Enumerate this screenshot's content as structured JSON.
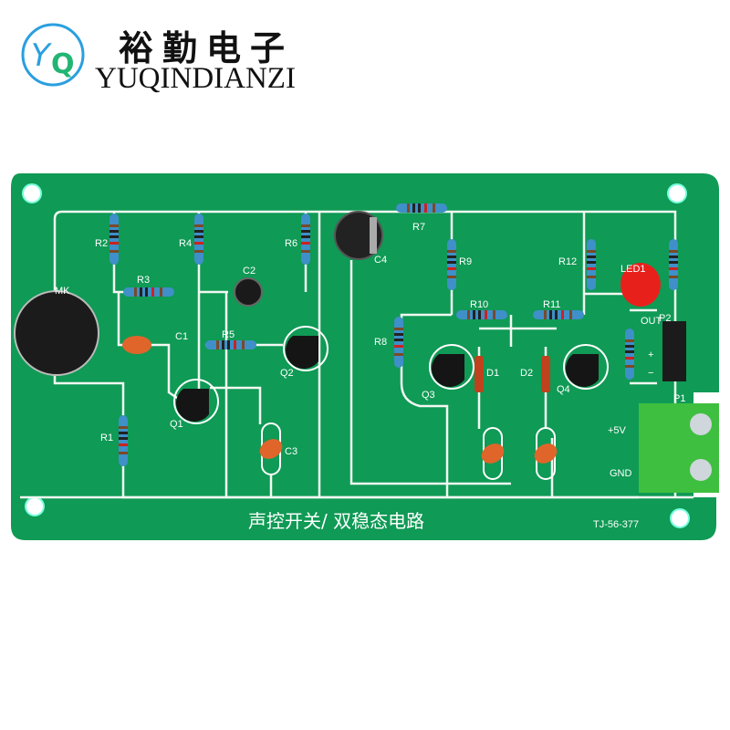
{
  "logo": {
    "brand_cn": "裕勤电子",
    "brand_en": "YUQINDIANZI",
    "mark_letters": "YQ",
    "colors": {
      "ring": "#2a9fe0",
      "q": "#22b573"
    }
  },
  "board": {
    "title": "声控开关/ 双稳态电路",
    "code": "TJ-56-377",
    "colors": {
      "pcb": "#0f9a55",
      "silk": "#ffffff",
      "led": "#e8201c",
      "terminal": "#3fbf3f"
    },
    "labels": {
      "R1": "R1",
      "R2": "R2",
      "R3": "R3",
      "R4": "R4",
      "R5": "R5",
      "R6": "R6",
      "R7": "R7",
      "R8": "R8",
      "R9": "R9",
      "R10": "R10",
      "R11": "R11",
      "R12": "R12",
      "C1": "C1",
      "C2": "C2",
      "C3": "C3",
      "C4": "C4",
      "Q1": "Q1",
      "Q2": "Q2",
      "Q3": "Q3",
      "Q4": "Q4",
      "D1": "D1",
      "D2": "D2",
      "LED1": "LED1",
      "MK": "MK",
      "P1": "P1",
      "P2": "P2",
      "OUT": "OUT",
      "plus": "+",
      "minus": "−",
      "vcc": "+5V",
      "gnd": "GND"
    }
  }
}
